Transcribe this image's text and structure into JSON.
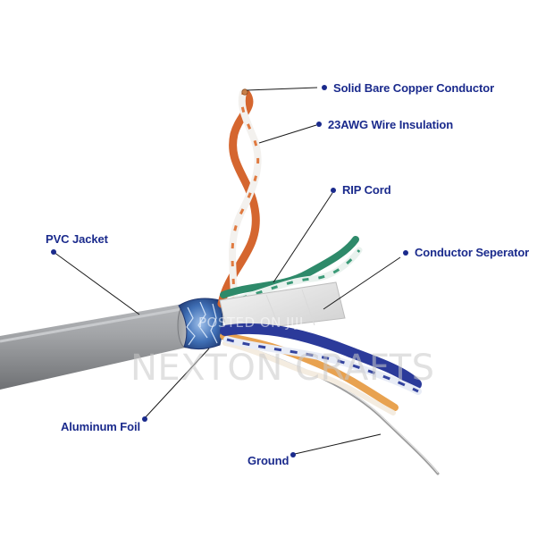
{
  "labels": {
    "solid_bare_copper": "Solid Bare Copper Conductor",
    "wire_insulation": "23AWG Wire Insulation",
    "rip_cord": "RIP Cord",
    "conductor_separator": "Conductor Seperator",
    "pvc_jacket": "PVC Jacket",
    "aluminum_foil": "Aluminum Foil",
    "ground": "Ground"
  },
  "watermarks": {
    "posted": "POSTED ON JIJI",
    "brand": "NEXTON CRAFTS"
  },
  "colors": {
    "label_text": "#1a2a8c",
    "leader_line": "#1a1a1a",
    "jacket": "#8f9194",
    "orange_pair": "#d5662f",
    "green_pair": "#2e8a6a",
    "blue_pair": "#2b3a9a",
    "brown_pair": "#e8a250",
    "foil": "#3f6fb5"
  }
}
